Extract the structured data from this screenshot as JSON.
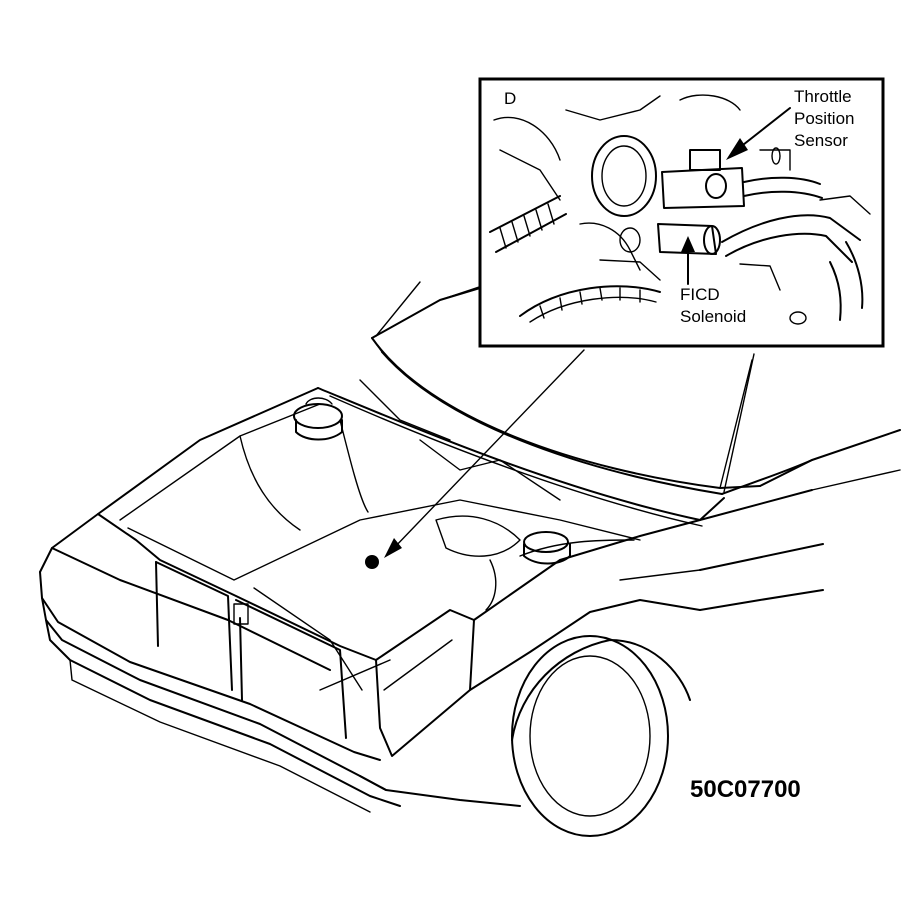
{
  "inset": {
    "view_letter": "D",
    "callout_tps": [
      "Throttle",
      "Position",
      "Sensor"
    ],
    "callout_ficd": [
      "FICD",
      "Solenoid"
    ]
  },
  "figure_code": "50C07700"
}
